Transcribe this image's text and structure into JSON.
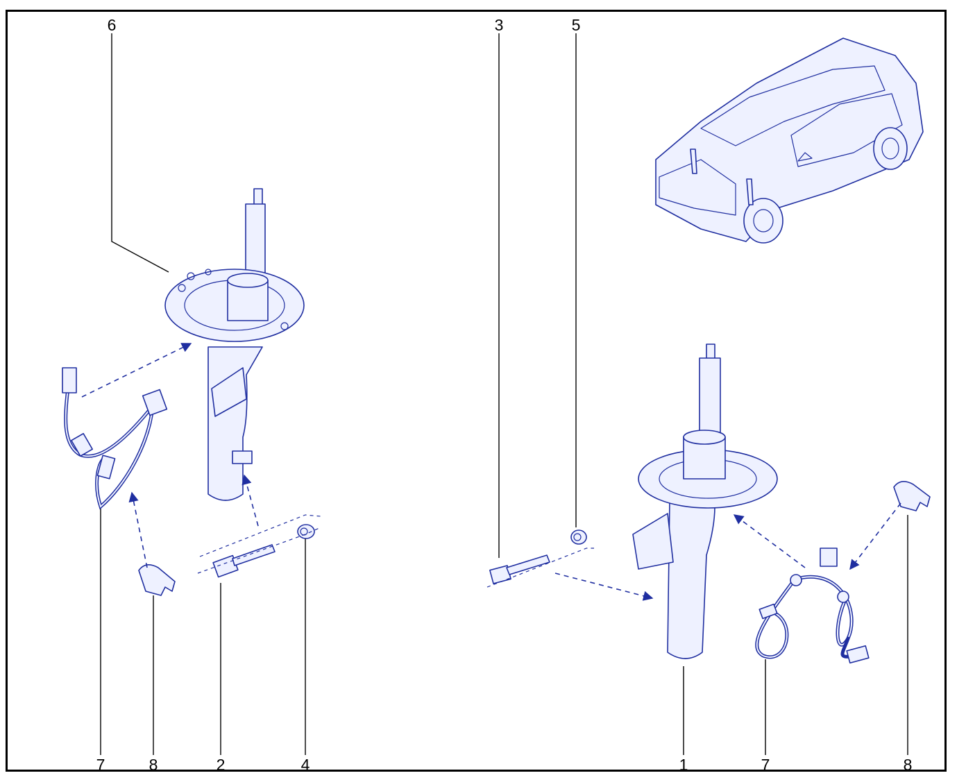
{
  "colors": {
    "line": "#1f2ea0",
    "fill": "#eef1ff",
    "text": "#000000",
    "frame": "#000000"
  },
  "callouts": {
    "c6": "6",
    "c3": "3",
    "c5": "5",
    "c7l": "7",
    "c8l": "8",
    "c2": "2",
    "c4": "4",
    "c1": "1",
    "c7r": "7",
    "c8r": "8"
  }
}
